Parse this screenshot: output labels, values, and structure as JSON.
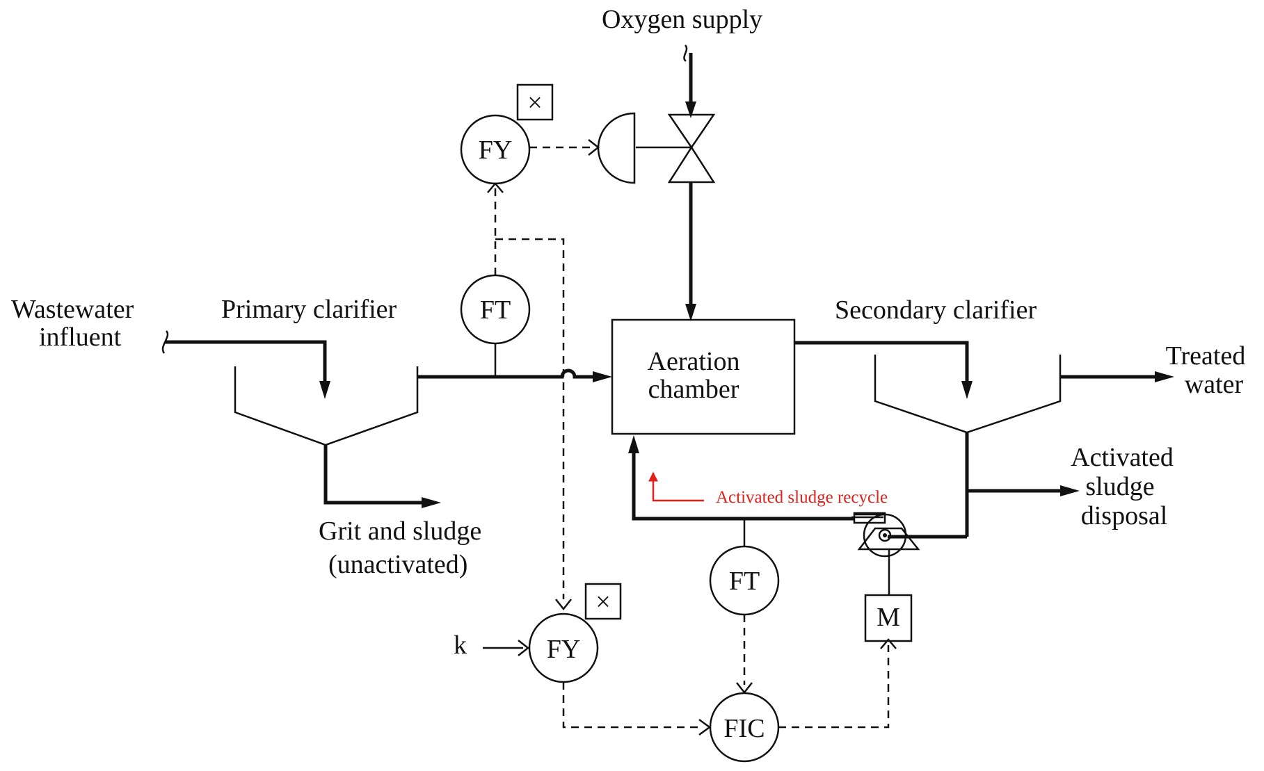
{
  "labels": {
    "wastewater_line1": "Wastewater",
    "wastewater_line2": "influent",
    "primary_clarifier": "Primary clarifier",
    "grit_line1": "Grit and sludge",
    "grit_line2": "(unactivated)",
    "oxygen_supply": "Oxygen supply",
    "aeration_line1": "Aeration",
    "aeration_line2": "chamber",
    "secondary_clarifier": "Secondary clarifier",
    "treated_line1": "Treated",
    "treated_line2": "water",
    "disposal_line1": "Activated",
    "disposal_line2": "sludge",
    "disposal_line3": "disposal",
    "recycle_note": "Activated sludge recycle",
    "k_input": "k"
  },
  "instruments": {
    "fy_top": "FY",
    "ft_top": "FT",
    "fy_bottom": "FY",
    "ft_bottom": "FT",
    "fic": "FIC",
    "motor": "M",
    "multiply_top": "×",
    "multiply_bottom": "×"
  },
  "colors": {
    "line": "#111111",
    "annotation": "#e0201b"
  }
}
